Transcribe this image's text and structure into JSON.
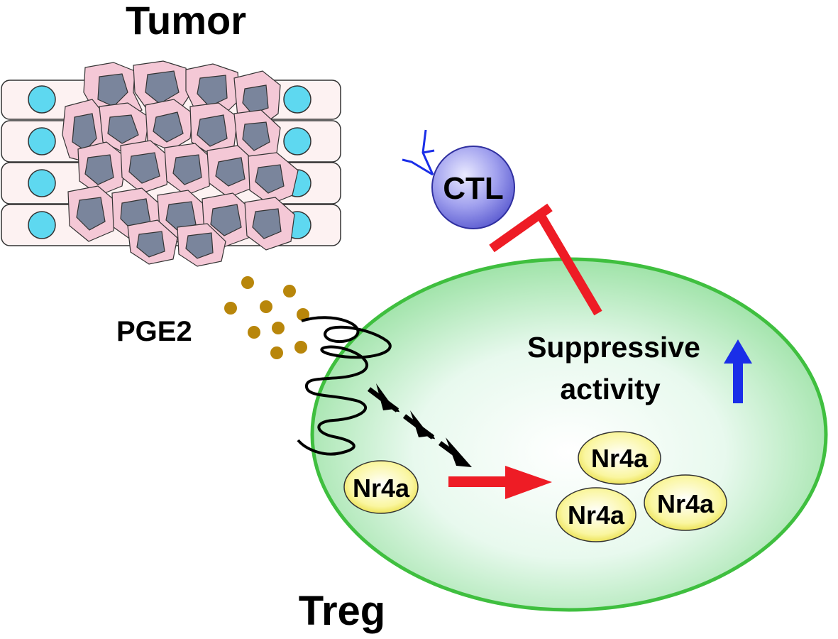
{
  "labels": {
    "tumor": "Tumor",
    "pge2": "PGE2",
    "ctl": "CTL",
    "suppressive_line1": "Suppressive",
    "suppressive_line2": "activity",
    "treg": "Treg",
    "nr4a": "Nr4a"
  },
  "colors": {
    "treg_fill": "#dff8e6",
    "treg_border": "#3fbf3f",
    "ctl_fill": "#8f8fe6",
    "tumor_cell_fill": "#f4c8d6",
    "tumor_nucleus": "#7a859c",
    "epithelial_nucleus": "#5ed8f0",
    "pge2_dot": "#b8860b",
    "nr4a_fill": "#f6f07a",
    "inhibit_red": "#ee1c25",
    "up_arrow_blue": "#1a2ee8"
  }
}
